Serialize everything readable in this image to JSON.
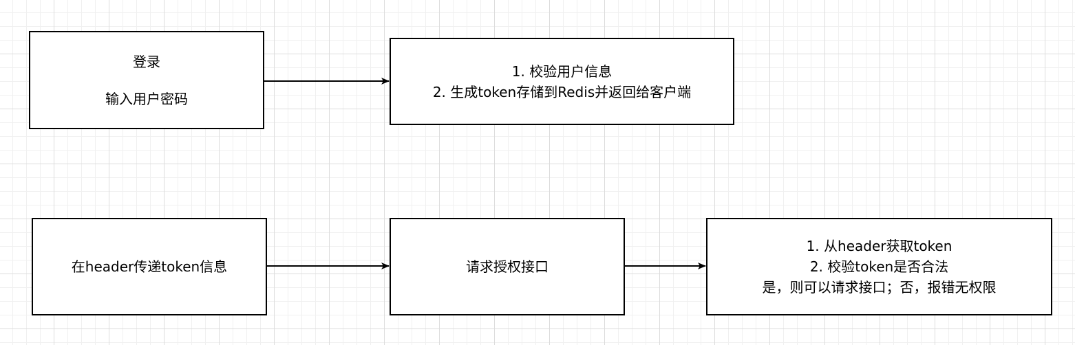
{
  "nodes": {
    "login": {
      "lines": [
        "登录",
        "输入用户密码"
      ]
    },
    "verify": {
      "lines": [
        "1. 校验用户信息",
        "2. 生成token存储到Redis并返回给客户端"
      ]
    },
    "header_pass": {
      "lines": [
        "在header传递token信息"
      ]
    },
    "request_api": {
      "lines": [
        "请求授权接口"
      ]
    },
    "check": {
      "lines": [
        "1. 从header获取token",
        "2. 校验token是否合法",
        "是，则可以请求接口；否，报错无权限"
      ]
    }
  },
  "colors": {
    "stroke": "#000000",
    "node_fill": "#ffffff",
    "grid_major": "#dcdcdc",
    "grid_minor": "#f0f0f0"
  }
}
